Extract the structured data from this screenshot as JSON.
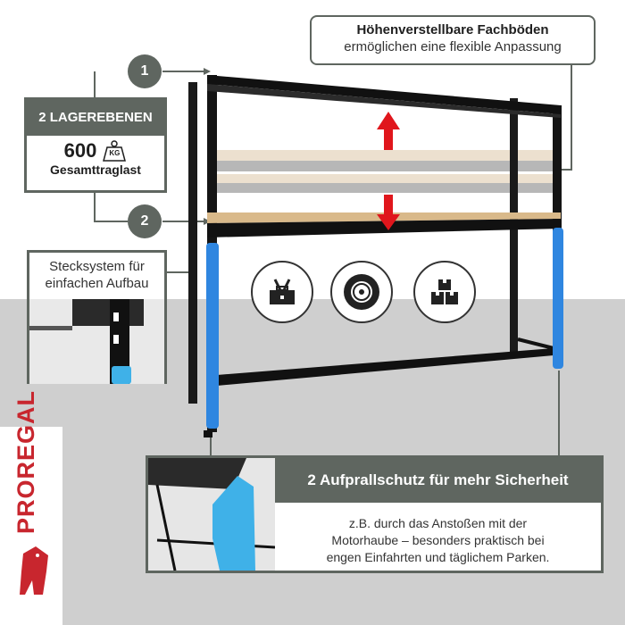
{
  "callout_shelves": {
    "title": "Höhenverstellbare Fachböden",
    "subtitle": "ermöglichen eine flexible Anpassung"
  },
  "markers": [
    "1",
    "2"
  ],
  "levels": {
    "heading": "2 LAGEREBENEN",
    "capacity_value": "600",
    "capacity_unit": "KG",
    "capacity_label": "Gesamttraglast"
  },
  "assembly": {
    "line1": "Stecksystem für",
    "line2": "einfachen Aufbau"
  },
  "use_icons": [
    "toolbox-icon",
    "tire-icon",
    "boxes-icon"
  ],
  "protection": {
    "heading": "2 Aufprallschutz für mehr Sicherheit",
    "line1": "z.B. durch das Anstoßen mit der",
    "line2": "Motorhaube – besonders praktisch bei",
    "line3": "engen Einfahrten und täglichem Parken."
  },
  "brand": {
    "name": "PROREGAL"
  },
  "colors": {
    "frame": "#141414",
    "board": "#d9b98a",
    "protector": "#2f86e0",
    "label_grey": "#5f6660",
    "arrow_red": "#e0161c",
    "brand_red": "#c8262e"
  }
}
